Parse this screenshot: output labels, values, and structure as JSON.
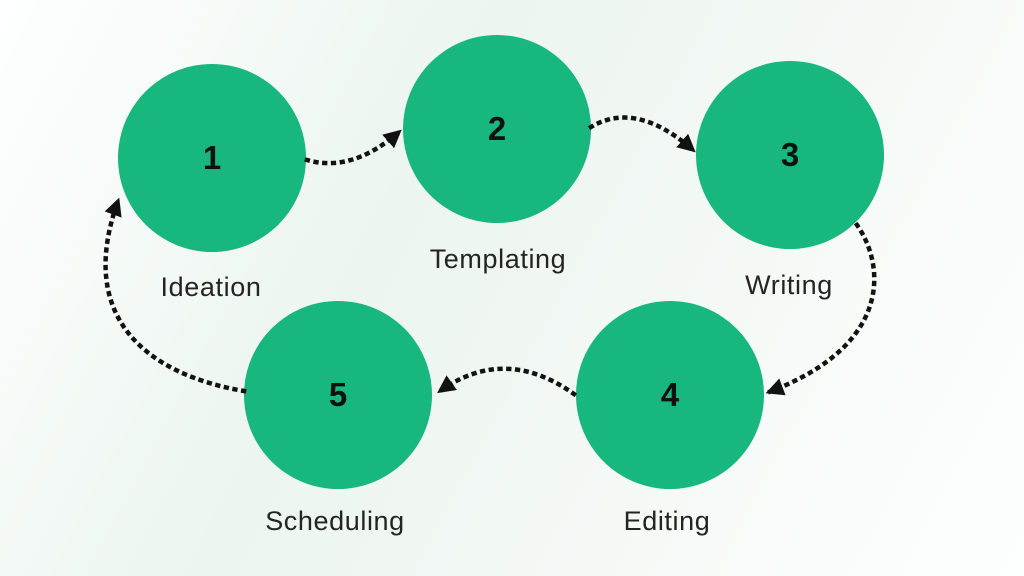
{
  "diagram": {
    "type": "cycle-process",
    "node_color": "#17b77e",
    "arrow_color": "#121212",
    "number_color": "#0d120e",
    "label_color": "#242424",
    "background_tint": "#ecf5f0",
    "steps": [
      {
        "number": "1",
        "label": "Ideation"
      },
      {
        "number": "2",
        "label": "Templating"
      },
      {
        "number": "3",
        "label": "Writing"
      },
      {
        "number": "4",
        "label": "Editing"
      },
      {
        "number": "5",
        "label": "Scheduling"
      }
    ],
    "connections": [
      {
        "from": "1",
        "to": "2",
        "style": "dotted-arrow"
      },
      {
        "from": "2",
        "to": "3",
        "style": "dotted-arrow"
      },
      {
        "from": "3",
        "to": "4",
        "style": "dotted-arrow"
      },
      {
        "from": "4",
        "to": "5",
        "style": "dotted-arrow"
      },
      {
        "from": "5",
        "to": "1",
        "style": "dotted-arrow"
      }
    ]
  }
}
